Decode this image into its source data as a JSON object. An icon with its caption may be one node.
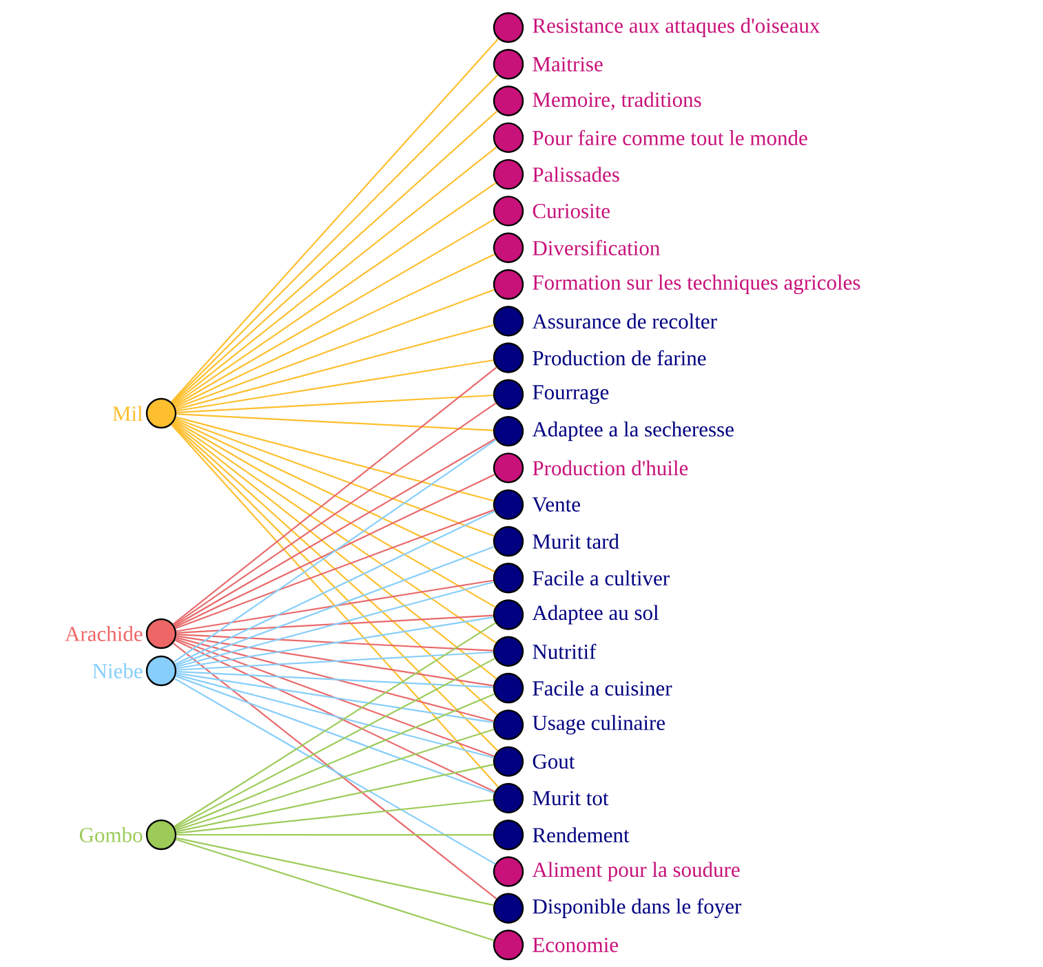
{
  "diagram": {
    "nodes": [
      {
        "text": [],
        "shape": "circle",
        "beside": [
          "Mil"
        ]
      },
      {
        "text": [],
        "shape": "circle",
        "beside": [
          "Arachide"
        ]
      },
      {
        "text": [],
        "shape": "circle",
        "beside": [
          "Niebe"
        ]
      },
      {
        "text": [],
        "shape": "circle",
        "beside": [
          "Gombo"
        ]
      },
      {
        "text": [],
        "shape": "circle",
        "beside": [
          "Resistance aux attaques d'oiseaux"
        ]
      },
      {
        "text": [],
        "shape": "circle",
        "beside": [
          "Maitrise"
        ]
      },
      {
        "text": [],
        "shape": "circle",
        "beside": [
          "Memoire, traditions"
        ]
      },
      {
        "text": [],
        "shape": "circle",
        "beside": [
          "Pour faire comme tout le monde"
        ]
      },
      {
        "text": [],
        "shape": "circle",
        "beside": [
          "Palissades"
        ]
      },
      {
        "text": [],
        "shape": "circle",
        "beside": [
          "Curiosite"
        ]
      },
      {
        "text": [],
        "shape": "circle",
        "beside": [
          "Diversification"
        ]
      },
      {
        "text": [],
        "shape": "circle",
        "beside": [
          "Formation sur les techniques agricoles"
        ]
      },
      {
        "text": [],
        "shape": "circle",
        "beside": [
          "Assurance de recolter"
        ]
      },
      {
        "text": [],
        "shape": "circle",
        "beside": [
          "Production de farine"
        ]
      },
      {
        "text": [],
        "shape": "circle",
        "beside": [
          "Fourrage"
        ]
      },
      {
        "text": [],
        "shape": "circle",
        "beside": [
          "Adaptee a la secheresse"
        ]
      },
      {
        "text": [],
        "shape": "circle",
        "beside": [
          "Production d'huile"
        ]
      },
      {
        "text": [],
        "shape": "circle",
        "beside": [
          "Vente"
        ]
      },
      {
        "text": [],
        "shape": "circle",
        "beside": [
          "Murit tard"
        ]
      },
      {
        "text": [],
        "shape": "circle",
        "beside": [
          "Facile a cultiver"
        ]
      },
      {
        "text": [],
        "shape": "circle",
        "beside": [
          "Adaptee au sol"
        ]
      },
      {
        "text": [],
        "shape": "circle",
        "beside": [
          "Nutritif"
        ]
      },
      {
        "text": [],
        "shape": "circle",
        "beside": [
          "Facile a cuisiner"
        ]
      },
      {
        "text": [],
        "shape": "circle",
        "beside": [
          "Usage culinaire"
        ]
      },
      {
        "text": [],
        "shape": "circle",
        "beside": [
          "Gout"
        ]
      },
      {
        "text": [],
        "shape": "circle",
        "beside": [
          "Murit tot"
        ]
      },
      {
        "text": [],
        "shape": "circle",
        "beside": [
          "Rendement"
        ]
      },
      {
        "text": [],
        "shape": "circle",
        "beside": [
          "Aliment pour la soudure"
        ]
      },
      {
        "text": [],
        "shape": "circle",
        "beside": [
          "Disponible dans le foyer"
        ]
      },
      {
        "text": [],
        "shape": "circle",
        "beside": [
          "Economie"
        ]
      }
    ],
    "edges": [
      {
        "from": 0,
        "to": 4,
        "arrow": "none"
      },
      {
        "from": 0,
        "to": 5,
        "arrow": "none"
      },
      {
        "from": 0,
        "to": 6,
        "arrow": "none"
      },
      {
        "from": 0,
        "to": 7,
        "arrow": "none"
      },
      {
        "from": 0,
        "to": 8,
        "arrow": "none"
      },
      {
        "from": 0,
        "to": 9,
        "arrow": "none"
      },
      {
        "from": 0,
        "to": 10,
        "arrow": "none"
      },
      {
        "from": 0,
        "to": 11,
        "arrow": "none"
      },
      {
        "from": 0,
        "to": 12,
        "arrow": "none"
      },
      {
        "from": 0,
        "to": 13,
        "arrow": "none"
      },
      {
        "from": 0,
        "to": 14,
        "arrow": "none"
      },
      {
        "from": 0,
        "to": 15,
        "arrow": "none"
      },
      {
        "from": 0,
        "to": 17,
        "arrow": "none"
      },
      {
        "from": 0,
        "to": 18,
        "arrow": "none"
      },
      {
        "from": 0,
        "to": 19,
        "arrow": "none"
      },
      {
        "from": 0,
        "to": 20,
        "arrow": "none"
      },
      {
        "from": 0,
        "to": 21,
        "arrow": "none"
      },
      {
        "from": 0,
        "to": 22,
        "arrow": "none"
      },
      {
        "from": 0,
        "to": 23,
        "arrow": "none"
      },
      {
        "from": 0,
        "to": 24,
        "arrow": "none"
      },
      {
        "from": 0,
        "to": 25,
        "arrow": "none"
      },
      {
        "from": 1,
        "to": 13,
        "arrow": "none",
        "color": "#e8696b"
      },
      {
        "from": 1,
        "to": 14,
        "arrow": "none",
        "color": "#e8696b"
      },
      {
        "from": 1,
        "to": 15,
        "arrow": "none",
        "color": "#e8696b"
      },
      {
        "from": 1,
        "to": 16,
        "arrow": "none",
        "color": "#e8696b"
      },
      {
        "from": 1,
        "to": 17,
        "arrow": "none",
        "color": "#e8696b"
      },
      {
        "from": 1,
        "to": 19,
        "arrow": "none",
        "color": "#e8696b"
      },
      {
        "from": 1,
        "to": 20,
        "arrow": "none",
        "color": "#e8696b"
      },
      {
        "from": 1,
        "to": 21,
        "arrow": "none",
        "color": "#e8696b"
      },
      {
        "from": 1,
        "to": 22,
        "arrow": "none",
        "color": "#e8696b"
      },
      {
        "from": 1,
        "to": 23,
        "arrow": "none",
        "color": "#e8696b"
      },
      {
        "from": 1,
        "to": 24,
        "arrow": "none",
        "color": "#e8696b"
      },
      {
        "from": 1,
        "to": 25,
        "arrow": "none",
        "color": "#e8696b"
      },
      {
        "from": 1,
        "to": 28,
        "arrow": "none",
        "color": "#e8696b"
      },
      {
        "from": 2,
        "to": 15,
        "arrow": "none",
        "color": "#87cefa"
      },
      {
        "from": 2,
        "to": 17,
        "arrow": "none",
        "color": "#87cefa"
      },
      {
        "from": 2,
        "to": 18,
        "arrow": "none",
        "color": "#87cefa"
      },
      {
        "from": 2,
        "to": 19,
        "arrow": "none",
        "color": "#87cefa"
      },
      {
        "from": 2,
        "to": 20,
        "arrow": "none",
        "color": "#87cefa"
      },
      {
        "from": 2,
        "to": 21,
        "arrow": "none",
        "color": "#87cefa"
      },
      {
        "from": 2,
        "to": 22,
        "arrow": "none",
        "color": "#87cefa"
      },
      {
        "from": 2,
        "to": 23,
        "arrow": "none",
        "color": "#87cefa"
      },
      {
        "from": 2,
        "to": 24,
        "arrow": "none",
        "color": "#87cefa"
      },
      {
        "from": 2,
        "to": 25,
        "arrow": "none",
        "color": "#87cefa"
      },
      {
        "from": 2,
        "to": 27,
        "arrow": "none",
        "color": "#87cefa"
      },
      {
        "from": 3,
        "to": 20,
        "arrow": "none",
        "color": "#9dcb5a"
      },
      {
        "from": 3,
        "to": 21,
        "arrow": "none",
        "color": "#9dcb5a"
      },
      {
        "from": 3,
        "to": 22,
        "arrow": "none",
        "color": "#9dcb5a"
      },
      {
        "from": 3,
        "to": 23,
        "arrow": "none",
        "color": "#9dcb5a"
      },
      {
        "from": 3,
        "to": 24,
        "arrow": "none",
        "color": "#9dcb5a"
      },
      {
        "from": 3,
        "to": 25,
        "arrow": "none",
        "color": "#9dcb5a"
      },
      {
        "from": 3,
        "to": 26,
        "arrow": "none",
        "color": "#9dcb5a"
      },
      {
        "from": 3,
        "to": 28,
        "arrow": "none",
        "color": "#9dcb5a"
      },
      {
        "from": 3,
        "to": 29,
        "arrow": "none",
        "color": "#9dcb5a"
      }
    ]
  }
}
